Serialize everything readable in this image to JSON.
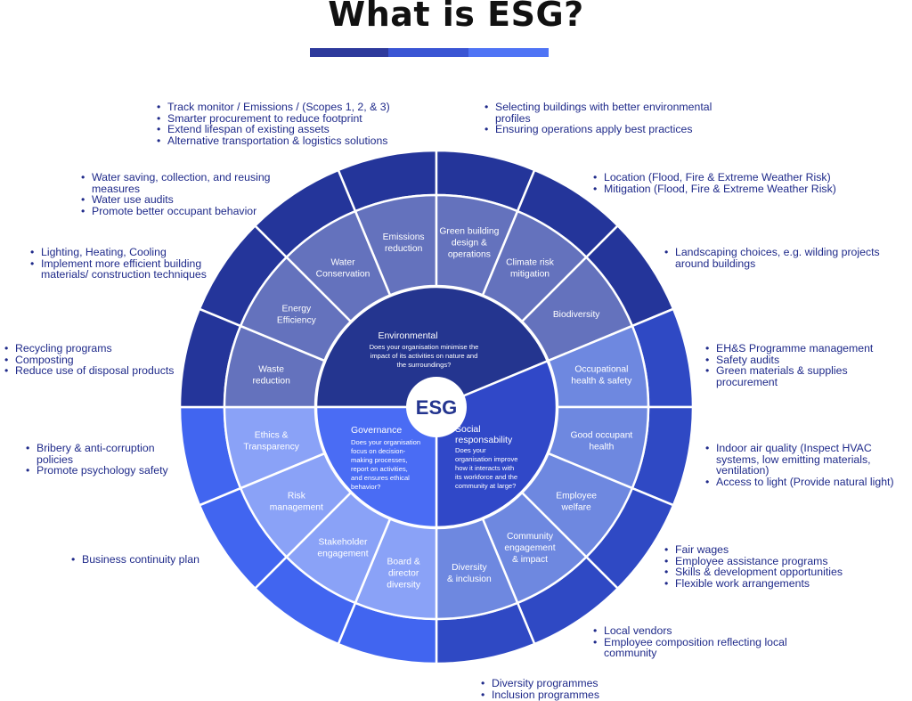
{
  "title": "What is ESG?",
  "colors": {
    "bar1": "#2e3a9c",
    "bar2": "#3a55d4",
    "bar3": "#4f74f5",
    "env_outer": "#24359a",
    "env_mid": "#6472bd",
    "env_core": "#24358f",
    "soc_outer": "#2f49c4",
    "soc_mid": "#6e88e0",
    "soc_core": "#3048c8",
    "gov_outer": "#4165f0",
    "gov_mid": "#8aa2f7",
    "gov_core": "#4a6cf4",
    "text": "#1f2a8a"
  },
  "center": {
    "label": "ESG"
  },
  "core": {
    "env": {
      "title": "Environmental",
      "desc": [
        "Does your organisation minimise the",
        "impact of its activities on nature and",
        "the surroundings?"
      ]
    },
    "soc": {
      "title": [
        "Social",
        "responsability"
      ],
      "desc": [
        "Does your",
        "organisation improve",
        "how it interacts with",
        "its workforce and the",
        "community at large?"
      ]
    },
    "gov": {
      "title": "Governance",
      "desc": [
        "Does your organisation",
        "focus on decision-",
        "making processes,",
        "report on activities,",
        "and ensures ethical",
        "behavior?"
      ]
    }
  },
  "segments": [
    {
      "label": [
        "Emissions",
        "reduction"
      ]
    },
    {
      "label": [
        "Green building",
        "design &",
        "operations"
      ]
    },
    {
      "label": [
        "Climate risk",
        "mitigation"
      ]
    },
    {
      "label": [
        "Biodiversity"
      ]
    },
    {
      "label": [
        "Occupational",
        "health & safety"
      ]
    },
    {
      "label": [
        "Good occupant",
        "health"
      ]
    },
    {
      "label": [
        "Employee",
        "welfare"
      ]
    },
    {
      "label": [
        "Community",
        "engagement",
        "& impact"
      ]
    },
    {
      "label": [
        "Diversity",
        "& inclusion"
      ]
    },
    {
      "label": [
        "Board &",
        "director",
        "diversity"
      ]
    },
    {
      "label": [
        "Stakeholder",
        "engagement"
      ]
    },
    {
      "label": [
        "Risk",
        "management"
      ]
    },
    {
      "label": [
        "Ethics &",
        "Transparency"
      ]
    },
    {
      "label": [
        "Waste",
        "reduction"
      ]
    },
    {
      "label": [
        "Energy",
        "Efficiency"
      ]
    },
    {
      "label": [
        "Water",
        "Conservation"
      ]
    }
  ],
  "notes": [
    {
      "items": [
        "Track monitor / Emissions / (Scopes 1, 2, & 3)",
        "Smarter procurement to reduce footprint",
        "Extend lifespan of existing assets",
        "Alternative transportation & logistics solutions"
      ]
    },
    {
      "items": [
        "Selecting buildings with better environmental profiles",
        "Ensuring operations apply best practices"
      ]
    },
    {
      "items": [
        "Location (Flood, Fire & Extreme Weather Risk)",
        "Mitigation (Flood, Fire & Extreme Weather Risk)"
      ]
    },
    {
      "items": [
        "Landscaping choices, e.g. wilding projects around buildings"
      ]
    },
    {
      "items": [
        "EH&S Programme management",
        "Safety audits",
        "Green materials & supplies procurement"
      ]
    },
    {
      "items": [
        "Indoor air quality (Inspect HVAC systems, low emitting materials, ventilation)",
        "Access to light (Provide natural light)"
      ]
    },
    {
      "items": [
        "Fair wages",
        "Employee assistance programs",
        "Skills & development opportunities",
        "Flexible work arrangements"
      ]
    },
    {
      "items": [
        "Local vendors",
        "Employee composition reflecting local community"
      ]
    },
    {
      "items": [
        "Diversity programmes",
        "Inclusion programmes"
      ]
    },
    {
      "items": [
        "Business continuity plan"
      ]
    },
    {
      "items": [
        "Bribery & anti-corruption policies",
        "Promote psychology safety"
      ]
    },
    {
      "items": [
        "Recycling programs",
        "Composting",
        "Reduce use of disposal products"
      ]
    },
    {
      "items": [
        "Lighting, Heating, Cooling",
        "Implement more efficient building materials/ construction techniques"
      ]
    },
    {
      "items": [
        "Water saving, collection, and reusing measures",
        "Water use audits",
        "Promote better occupant behavior"
      ]
    }
  ]
}
